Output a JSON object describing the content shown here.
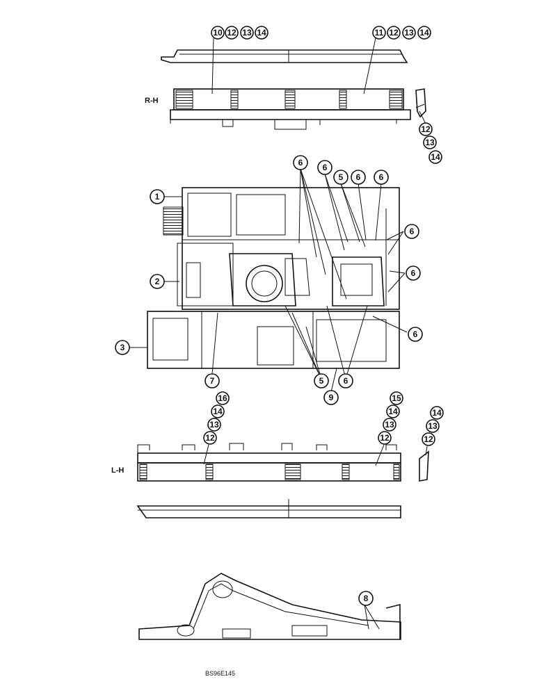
{
  "labels": {
    "right_hand": "R-H",
    "left_hand": "L-H",
    "figure_code": "BS96E145"
  },
  "callouts": {
    "c1": "1",
    "c2": "2",
    "c3": "3",
    "c5a": "5",
    "c5b": "5",
    "c6a": "6",
    "c6b": "6",
    "c6c": "6",
    "c6d": "6",
    "c6e": "6",
    "c6f": "6",
    "c6g": "6",
    "c6h": "6",
    "c7": "7",
    "c8": "8",
    "c9": "9",
    "c10": "10",
    "c11": "11",
    "rh_left_12": "12",
    "rh_left_13": "13",
    "rh_left_14": "14",
    "rh_right_12": "12",
    "rh_right_13": "13",
    "rh_right_14": "14",
    "rh_side_12": "12",
    "rh_side_13": "13",
    "rh_side_14": "14",
    "lh_left_16": "16",
    "lh_left_14": "14",
    "lh_left_13": "13",
    "lh_left_12": "12",
    "lh_right_15": "15",
    "lh_right_14": "14",
    "lh_right_13": "13",
    "lh_right_12": "12",
    "lh_side_14": "14",
    "lh_side_13": "13",
    "lh_side_12": "12"
  }
}
